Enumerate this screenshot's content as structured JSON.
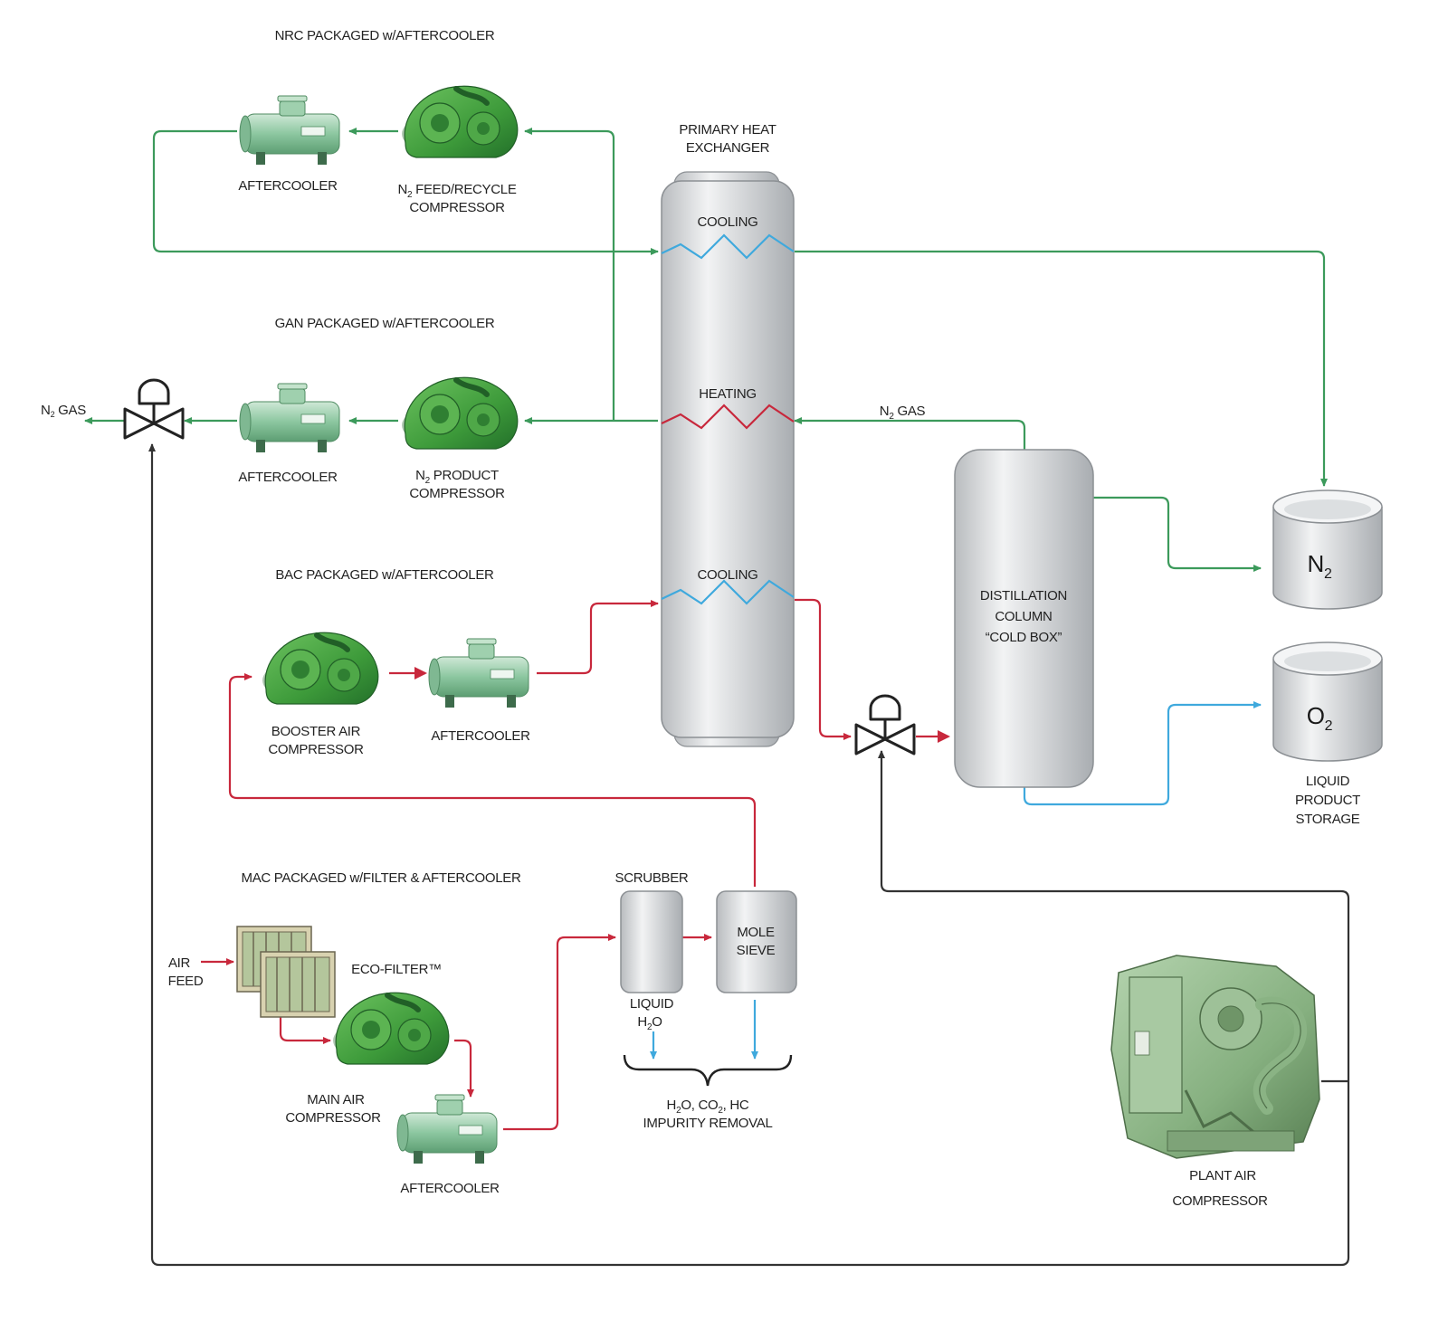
{
  "sections": {
    "nrc": "NRC PACKAGED w/AFTERCOOLER",
    "gan": "GAN PACKAGED w/AFTERCOOLER",
    "bac": "BAC PACKAGED w/AFTERCOOLER",
    "mac": "MAC PACKAGED w/FILTER & AFTERCOOLER"
  },
  "equipment": {
    "aftercooler": "AFTERCOOLER",
    "n2_feed_recycle": [
      "N",
      "2",
      " FEED/RECYCLE"
    ],
    "compressor": "COMPRESSOR",
    "n2_product": [
      "N",
      "2",
      " PRODUCT"
    ],
    "booster_air": [
      "BOOSTER AIR",
      "COMPRESSOR"
    ],
    "main_air": [
      "MAIN AIR",
      "COMPRESSOR"
    ],
    "eco_filter": "ECO-FILTER™",
    "scrubber": "SCRUBBER",
    "mole_sieve": [
      "MOLE",
      "SIEVE"
    ],
    "plant_air": [
      "PLANT AIR",
      "COMPRESSOR"
    ]
  },
  "heat_exchanger": {
    "title": [
      "PRIMARY HEAT",
      "EXCHANGER"
    ],
    "cooling": "COOLING",
    "heating": "HEATING"
  },
  "column": [
    "DISTILLATION",
    "COLUMN",
    "“COLD BOX”"
  ],
  "storage": {
    "n2": [
      "N",
      "2"
    ],
    "o2": [
      "O",
      "2"
    ],
    "label": [
      "LIQUID",
      "PRODUCT",
      "STORAGE"
    ]
  },
  "streams": {
    "n2_gas": [
      "N",
      "2",
      " GAS"
    ],
    "air_feed": [
      "AIR",
      "FEED"
    ],
    "liquid_h2o": [
      "LIQUID",
      "H",
      "2",
      "O"
    ],
    "impurity": [
      "H",
      "2",
      "O, CO",
      "2",
      ", HC",
      "IMPURITY REMOVAL"
    ]
  },
  "colors": {
    "nitrogen_line": "#3c9a5b",
    "air_line": "#c8283c",
    "oxygen_water_line": "#3fa9dd",
    "plant_air_line": "#333333",
    "equipment_green": "#3f9b45"
  }
}
